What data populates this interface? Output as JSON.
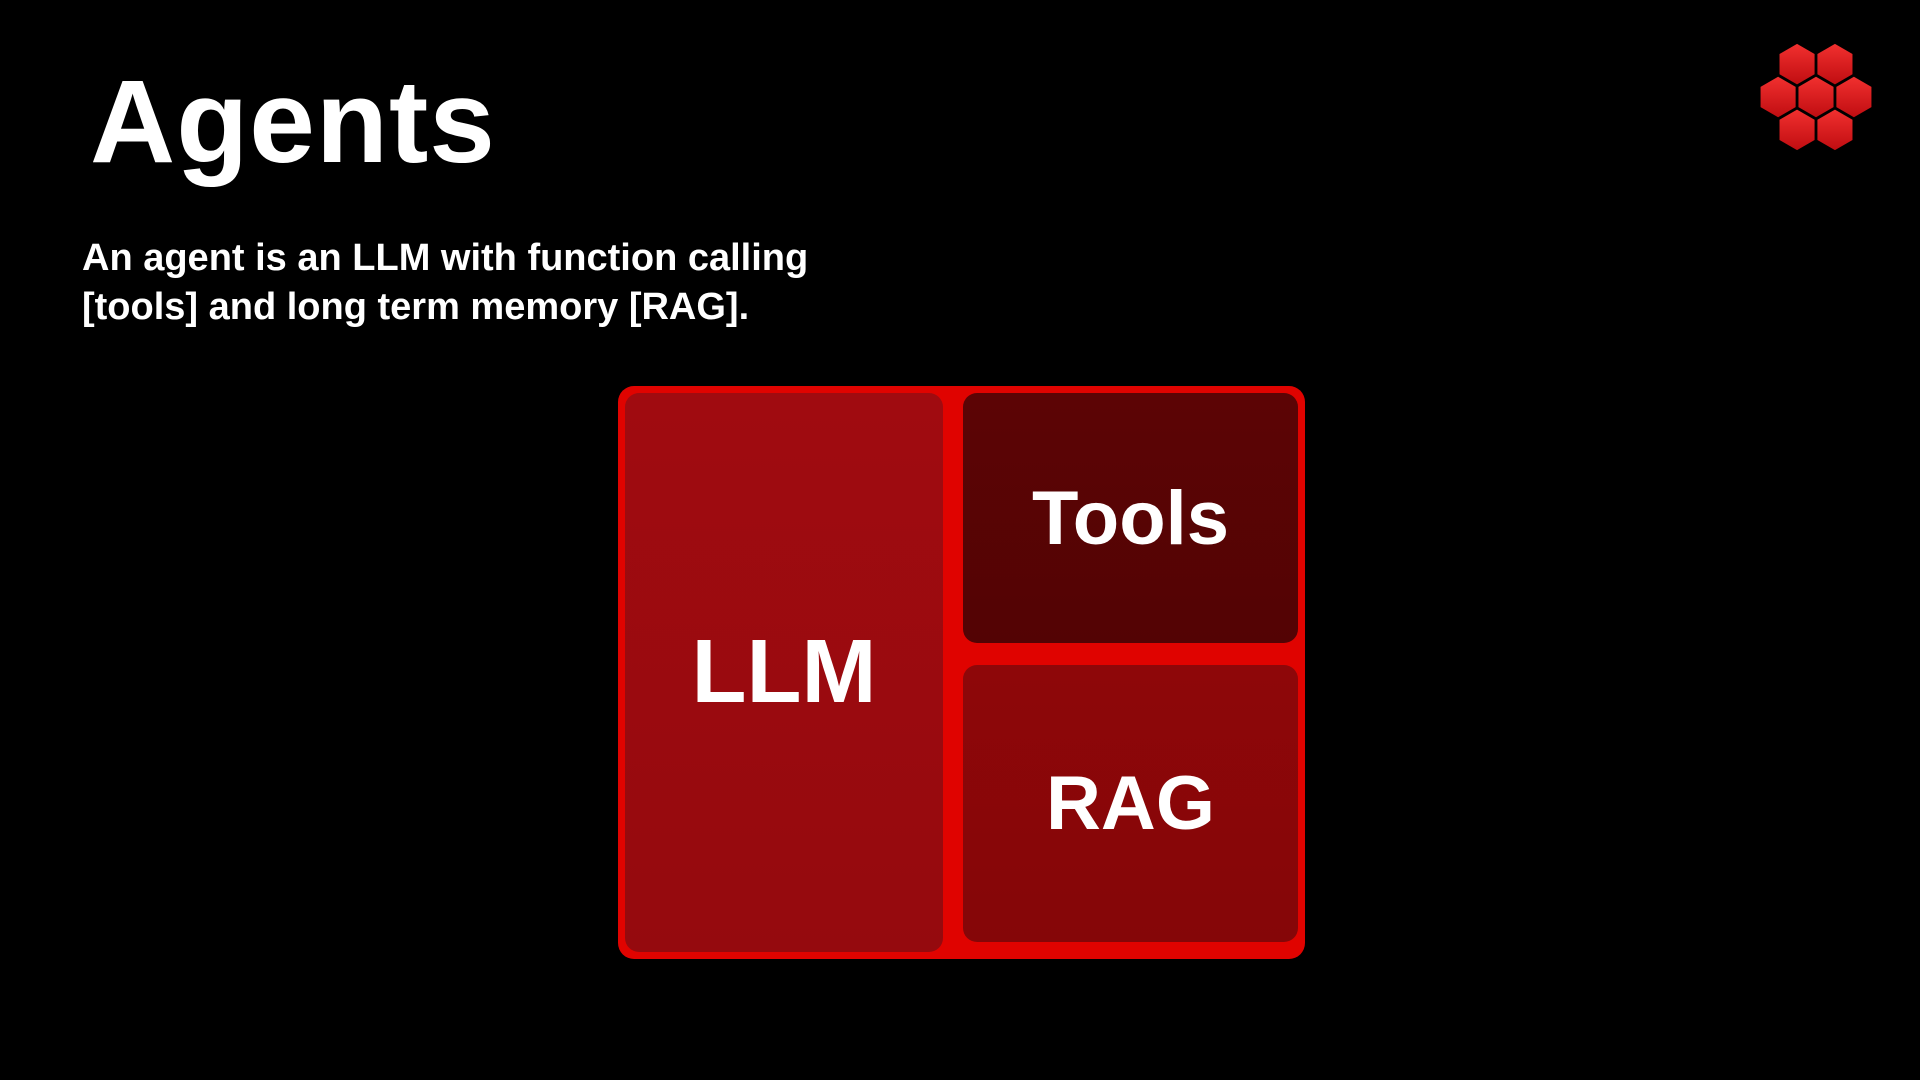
{
  "slide": {
    "title": "Agents",
    "subtitle": [
      "An agent is an LLM with function calling",
      "[tools] and long term memory [RAG]."
    ]
  },
  "diagram": {
    "frame_color": "#e00300",
    "boxes": [
      {
        "id": "llm",
        "label": "LLM",
        "color": "#9b0a0f"
      },
      {
        "id": "tools",
        "label": "Tools",
        "color": "#570304"
      },
      {
        "id": "rag",
        "label": "RAG",
        "color": "#8a0608"
      }
    ]
  },
  "logo": {
    "name": "hexagon-cluster-logo",
    "color": "#e8141c"
  },
  "colors": {
    "background": "#000000",
    "text": "#ffffff"
  }
}
